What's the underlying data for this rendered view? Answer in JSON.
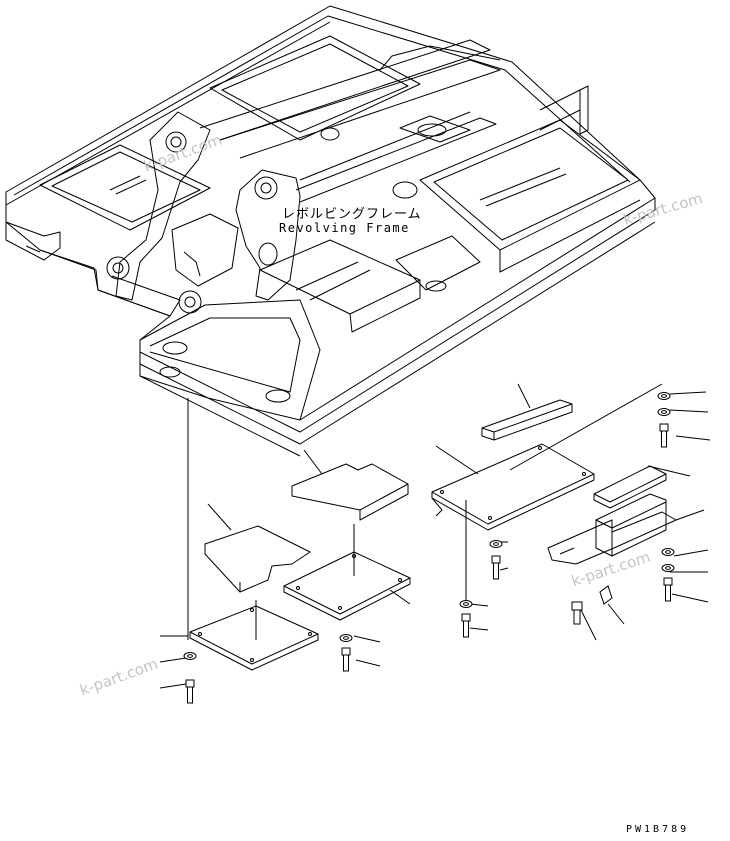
{
  "frame_label": {
    "japanese": "レボルビングフレーム",
    "english": "Revolving Frame"
  },
  "watermarks": [
    "k-part.com",
    "k-part.com",
    "k-part.com",
    "k-part.com"
  ],
  "drawing_code": "PW1B789",
  "colors": {
    "line": "#000000",
    "watermark": "#c4c4c4",
    "background": "#ffffff"
  }
}
